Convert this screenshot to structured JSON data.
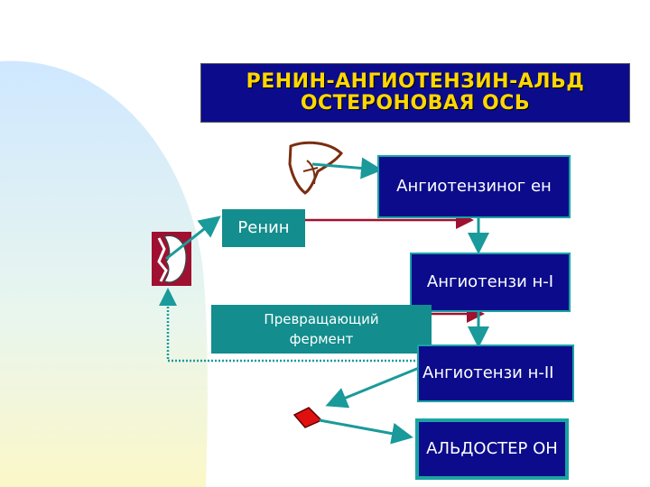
{
  "title": {
    "line1": "РЕНИН-АНГИОТЕНЗИН-АЛЬД",
    "line2": "ОСТЕРОНОВАЯ ОСЬ"
  },
  "nodes": {
    "angiotensinogen": "Ангиотензиног ен",
    "renin": "Ренин",
    "angiotensin1": "Ангиотензи н-I",
    "converting_enzyme": "Превращающий фермент",
    "angiotensin2": "Ангиотензи н-II",
    "aldosterone": "АЛЬДОСТЕР ОН"
  },
  "colors": {
    "title_bg": "#0b0b8c",
    "title_text": "#ffd700",
    "node_bg": "#0b0b8c",
    "node_border": "#1aa3a3",
    "renin_bg": "#138d8d",
    "arrow_teal": "#1a9a9a",
    "arrow_red": "#a01030",
    "kidney": "#a01030",
    "liver": "#7a2e10",
    "adrenal": "#e01010"
  }
}
